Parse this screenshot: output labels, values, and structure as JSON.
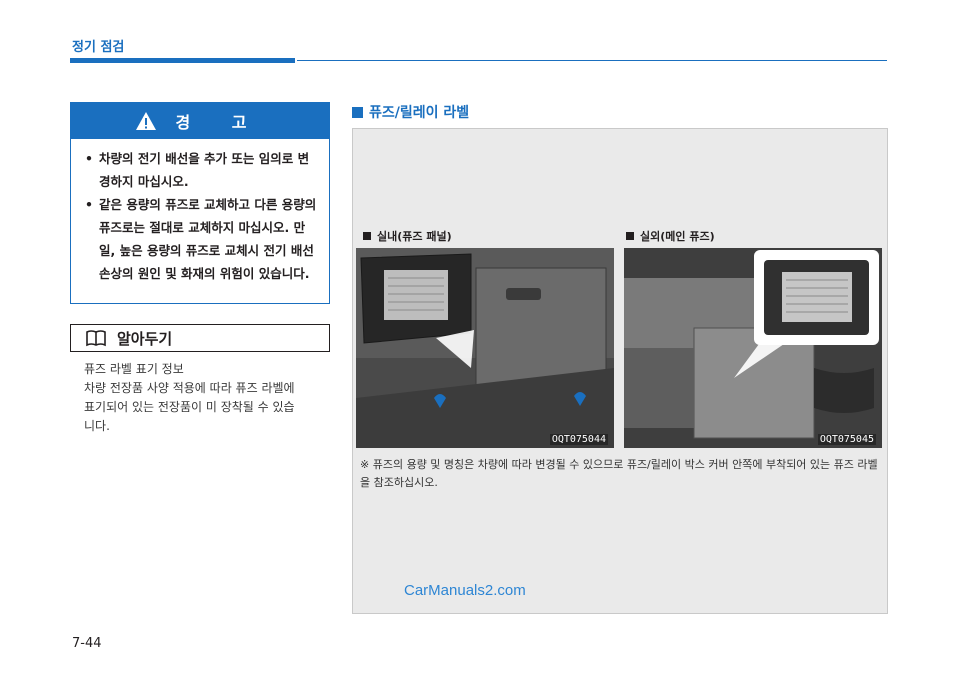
{
  "header": {
    "section": "정기 점검"
  },
  "warning": {
    "title": "경 고",
    "items": [
      "차량의 전기 배선을 추가 또는 임의로 변경하지 마십시오.",
      "같은 용량의 퓨즈로 교체하고 다른 용량의 퓨즈로는 절대로 교체하지 마십시오. 만일, 높은 용량의 퓨즈로 교체시 전기 배선 손상의 원인 및 화재의 위험이 있습니다."
    ]
  },
  "note": {
    "title": "알아두기",
    "lines": [
      "퓨즈 라벨 표기 정보",
      "차량 전장품 사양 적용에 따라 퓨즈 라벨에",
      "표기되어 있는 전장품이 미 장착될 수 있습",
      "니다."
    ]
  },
  "section": {
    "title": "퓨즈/릴레이 라벨"
  },
  "images": [
    {
      "caption": "실내(퓨즈 패널)",
      "code": "OQT075044"
    },
    {
      "caption": "실외(메인 퓨즈)",
      "code": "OQT075045"
    }
  ],
  "footnote": "※ 퓨즈의 용량 및 명칭은 차량에 따라 변경될 수 있으므로 퓨즈/릴레이 박스 커버 안쪽에 부착되어 있는 퓨즈 라벨을 참조하십시오.",
  "watermark": "CarManuals2.com",
  "page_number": "7-44"
}
